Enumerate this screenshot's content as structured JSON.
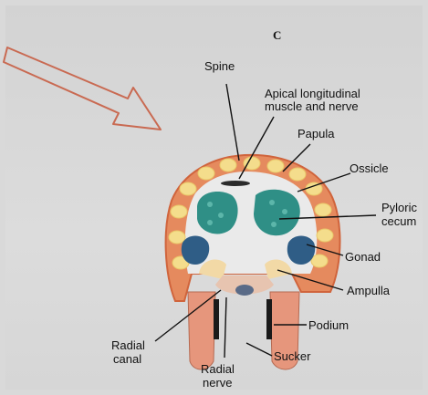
{
  "panel_letter": "C",
  "labels": {
    "spine": "Spine",
    "apical_line1": "Apical longitudinal",
    "apical_line2": "muscle and nerve",
    "papula": "Papula",
    "ossicle": "Ossicle",
    "pyloric_line1": "Pyloric",
    "pyloric_line2": "cecum",
    "gonad": "Gonad",
    "ampulla": "Ampulla",
    "podium": "Podium",
    "radial_canal_line1": "Radial",
    "radial_canal_line2": "canal",
    "radial_nerve_line1": "Radial",
    "radial_nerve_line2": "nerve",
    "sucker": "Sucker"
  },
  "colors": {
    "background": "#d9d9d9",
    "skin": "#e07a4f",
    "ossicle": "#f3dc8a",
    "cecum": "#2f8f86",
    "gonad": "#2f5d86",
    "podium": "#e6967c",
    "arrow": "#c96a52"
  }
}
